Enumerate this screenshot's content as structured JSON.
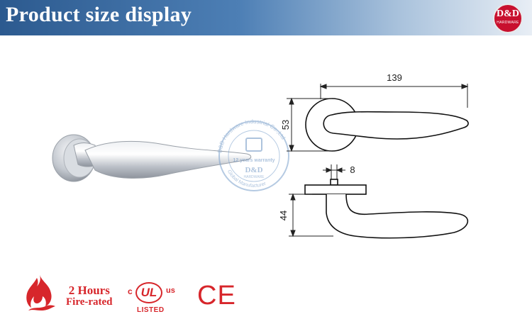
{
  "header": {
    "title": "Product size display",
    "logo_main": "D&D",
    "logo_sub": "HARDWARE"
  },
  "dimensions": {
    "length": "139",
    "rose_diameter": "53",
    "spindle": "8",
    "projection": "44"
  },
  "watermark": {
    "ring_text": "D&D Hardware Industrial Co.,Ltd",
    "warranty": "12 years warranty",
    "brand": "D&D",
    "brand_sub": "HARDWARE",
    "bottom_text": "Global Manufacturer"
  },
  "certifications": {
    "fire_line1": "2 Hours",
    "fire_line2": "Fire-rated",
    "ul_c": "c",
    "ul_mark": "UL",
    "ul_us": "us",
    "ul_listed": "LISTED",
    "ce": "CE"
  },
  "colors": {
    "banner_start": "#2c5a8f",
    "accent_red": "#d7262b",
    "logo_red": "#c8102e",
    "steel": "#c7ccd3"
  }
}
